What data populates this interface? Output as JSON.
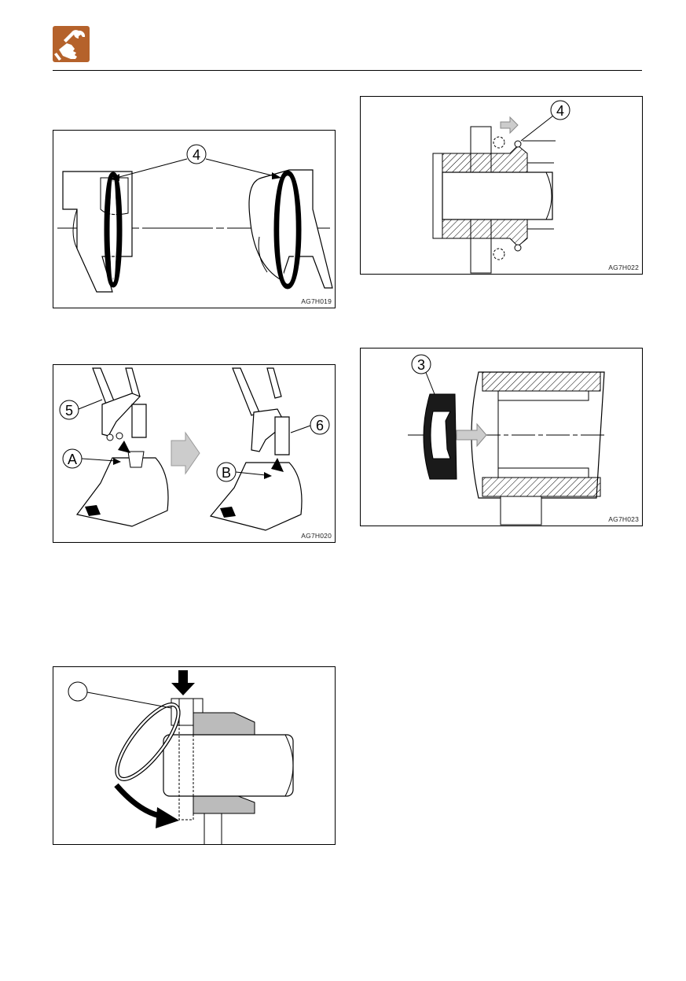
{
  "header": {
    "icon": "wrench-hand-icon",
    "icon_color": "#b5622b"
  },
  "figures": [
    {
      "code": "AG7H019",
      "callouts": [
        "4"
      ]
    },
    {
      "code": "AG7H020",
      "callouts": [
        "5",
        "A",
        "6",
        "B"
      ]
    },
    {
      "code": "",
      "callouts": [
        ""
      ]
    },
    {
      "code": "AG7H022",
      "callouts": [
        "4"
      ]
    },
    {
      "code": "AG7H023",
      "callouts": [
        "3"
      ]
    }
  ]
}
